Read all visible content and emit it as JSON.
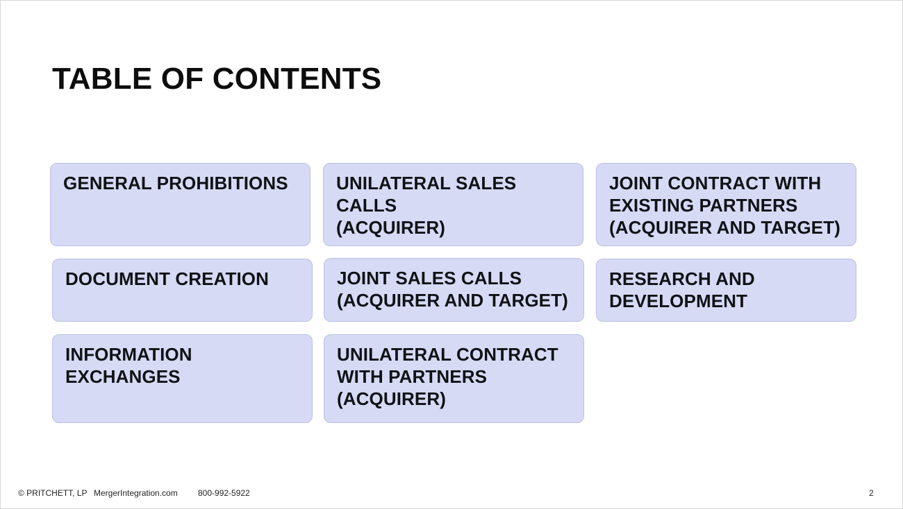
{
  "slide": {
    "title": "TABLE OF CONTENTS",
    "page_number": "2"
  },
  "toc": {
    "items": [
      {
        "label": "GENERAL PROHIBITIONS"
      },
      {
        "label": "UNILATERAL SALES CALLS\n(ACQUIRER)"
      },
      {
        "label": "JOINT CONTRACT WITH\nEXISTING PARTNERS\n(ACQUIRER AND TARGET)"
      },
      {
        "label": "DOCUMENT CREATION"
      },
      {
        "label": "JOINT SALES CALLS\n(ACQUIRER AND TARGET)"
      },
      {
        "label": "RESEARCH AND\nDEVELOPMENT"
      },
      {
        "label": "INFORMATION EXCHANGES"
      },
      {
        "label": "UNILATERAL CONTRACT\nWITH PARTNERS\n(ACQUIRER)"
      }
    ]
  },
  "footer": {
    "copyright": "© PRITCHETT, LP",
    "website": "MergerIntegration.com",
    "phone": "800-992-5922"
  },
  "colors": {
    "card_background": "#d6daf5",
    "card_border": "#b9bfe6",
    "text": "#101215"
  }
}
